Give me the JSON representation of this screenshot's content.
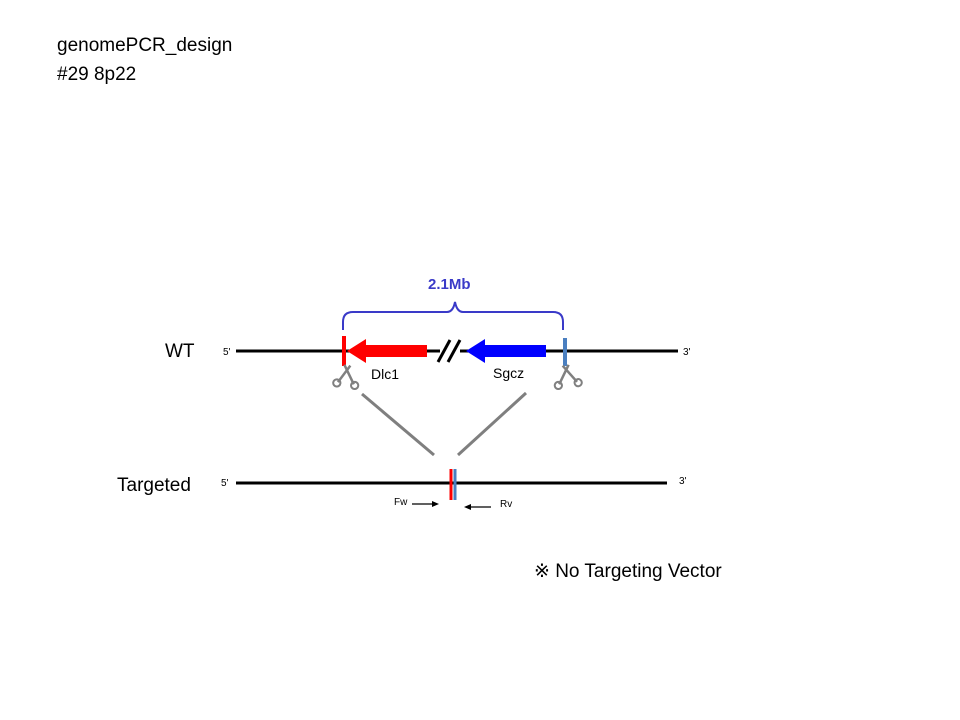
{
  "header": {
    "line1": "genomePCR_design",
    "line2": "#29   8p22"
  },
  "wt": {
    "label": "WT",
    "five_prime": "5'",
    "three_prime": "3'",
    "gene_left": "Dlc1",
    "gene_right": "Sgcz",
    "deletion_size": "2.1Mb"
  },
  "targeted": {
    "label": "Targeted",
    "five_prime": "5'",
    "three_prime": "3'",
    "primer_forward": "Fw",
    "primer_reverse": "Rv"
  },
  "note": "※ No Targeting Vector",
  "colors": {
    "gene_left": "#ff0000",
    "gene_right": "#0000ff",
    "bracket": "#3a3ac8",
    "cut_right": "#4a7fc0",
    "connector": "#7f7f7f",
    "scissors": "#808080"
  },
  "icons": {
    "cut_site": "scissors-icon",
    "break": "double-slash-break"
  }
}
